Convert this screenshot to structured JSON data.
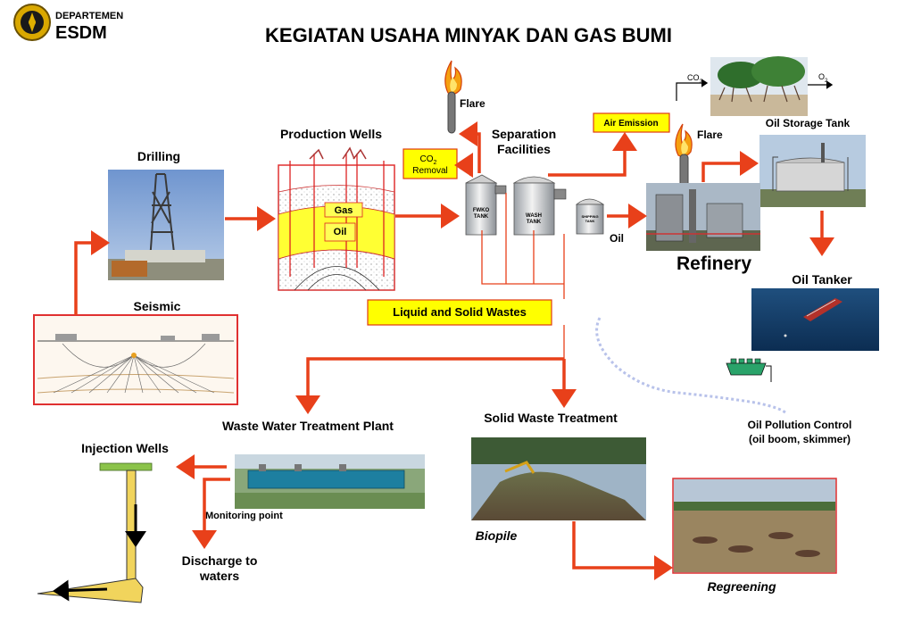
{
  "header": {
    "org_top": "DEPARTEMEN",
    "org_bottom": "ESDM",
    "title": "KEGIATAN USAHA MINYAK DAN GAS BUMI"
  },
  "labels": {
    "drilling": "Drilling",
    "seismic": "Seismic",
    "production_wells": "Production Wells",
    "gas": "Gas",
    "oil_zone": "Oil",
    "flare_left": "Flare",
    "separation_1": "Separation",
    "separation_2": "Facilities",
    "co2_removal_1": "CO",
    "co2_removal_sub": "2",
    "co2_removal_2": "Removal",
    "fwko_1": "FWKO",
    "fwko_2": "TANK",
    "wash_1": "WASH",
    "wash_2": "TANK",
    "shipping_1": "SHIPPING",
    "shipping_2": "TANK",
    "oil_out": "Oil",
    "air_emission": "Air Emission",
    "co2_mangrove": "CO",
    "co2_mangrove_sub": "2",
    "o2_mangrove": "O",
    "o2_mangrove_sub": "2",
    "oil_storage_tank": "Oil Storage Tank",
    "flare_right": "Flare",
    "refinery": "Refinery",
    "oil_tanker": "Oil Tanker",
    "liquid_solid_wastes": "Liquid and Solid Wastes",
    "wwtp": "Waste Water Treatment Plant",
    "solid_waste": "Solid Waste Treatment",
    "oil_pollution_1": "Oil Pollution Control",
    "oil_pollution_2": "(oil boom, skimmer)",
    "injection_wells": "Injection Wells",
    "monitoring_point": "Monitoring point",
    "discharge_1": "Discharge to",
    "discharge_2": "waters",
    "biopile": "Biopile",
    "regreening": "Regreening"
  },
  "colors": {
    "arrow": "#e8401a",
    "highlight_box": "#ffff00",
    "oil_zone": "#ffff33",
    "logo_gold": "#e0b000",
    "boom_green": "#2aa36a"
  },
  "icons": {
    "logo": "esdm-emblem-icon",
    "flare": "flame-icon",
    "skimmer": "skimmer-boat-icon"
  }
}
